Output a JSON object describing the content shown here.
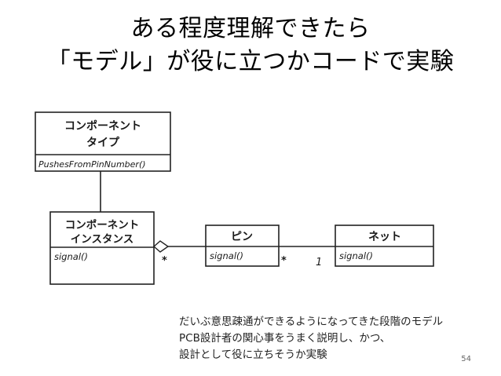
{
  "slide": {
    "title_line1": "ある程度理解できたら",
    "title_line2": "「モデル」が役に立つかコードで実験",
    "page_number": "54"
  },
  "diagram": {
    "component_type": {
      "name_line1": "コンポーネント",
      "name_line2": "タイプ",
      "operation": "PushesFromPinNumber()"
    },
    "component_instance": {
      "name_line1": "コンポーネント",
      "name_line2": "インスタンス",
      "operation": "signal()"
    },
    "pin": {
      "name": "ピン",
      "operation": "signal()"
    },
    "net": {
      "name": "ネット",
      "operation": "signal()"
    },
    "multiplicity_instance_pin": "*",
    "multiplicity_pin_net_left": "*",
    "multiplicity_pin_net_right": "1"
  },
  "notes": [
    "だいぶ意思疎通ができるようになってきた段階のモデル",
    "PCB設計者の関心事をうまく説明し、かつ、",
    "設計として役に立ちそうか実験"
  ]
}
